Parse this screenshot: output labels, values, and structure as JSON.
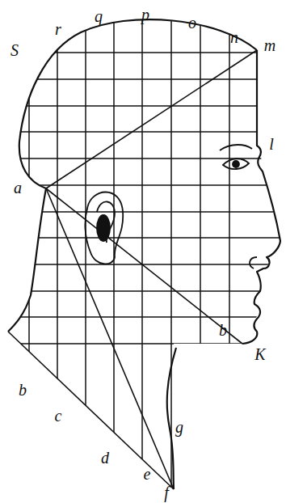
{
  "diagram": {
    "labels": [
      "S",
      "r",
      "q",
      "p",
      "o",
      "n",
      "m",
      "a",
      "l",
      "b",
      "K",
      "b",
      "c",
      "d",
      "e",
      "g",
      "f"
    ]
  }
}
